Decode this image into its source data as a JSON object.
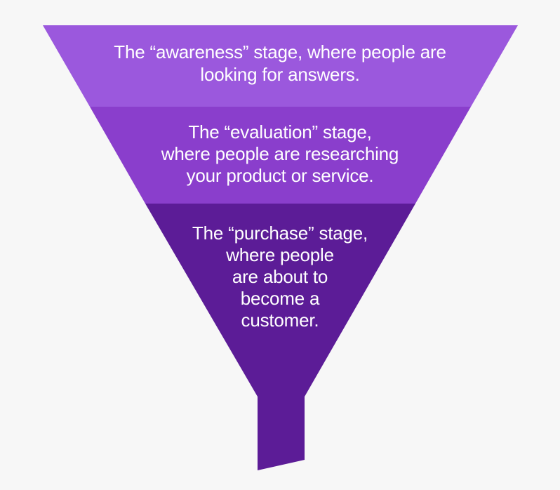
{
  "background_color": "#f7f7f7",
  "text_color": "#ffffff",
  "funnel": {
    "name": "marketing-funnel",
    "stages": [
      {
        "name": "awareness",
        "label": "The “awareness” stage, where people are\nlooking for answers.",
        "color": "#9b58dd"
      },
      {
        "name": "evaluation",
        "label": "The “evaluation” stage,\nwhere people are researching\nyour product or service.",
        "color": "#8a3ecc"
      },
      {
        "name": "purchase",
        "label": "The “purchase” stage,\nwhere people\nare about to\nbecome a\ncustomer.",
        "color": "#5c1c97"
      }
    ],
    "spout_color": "#5c1c97"
  }
}
